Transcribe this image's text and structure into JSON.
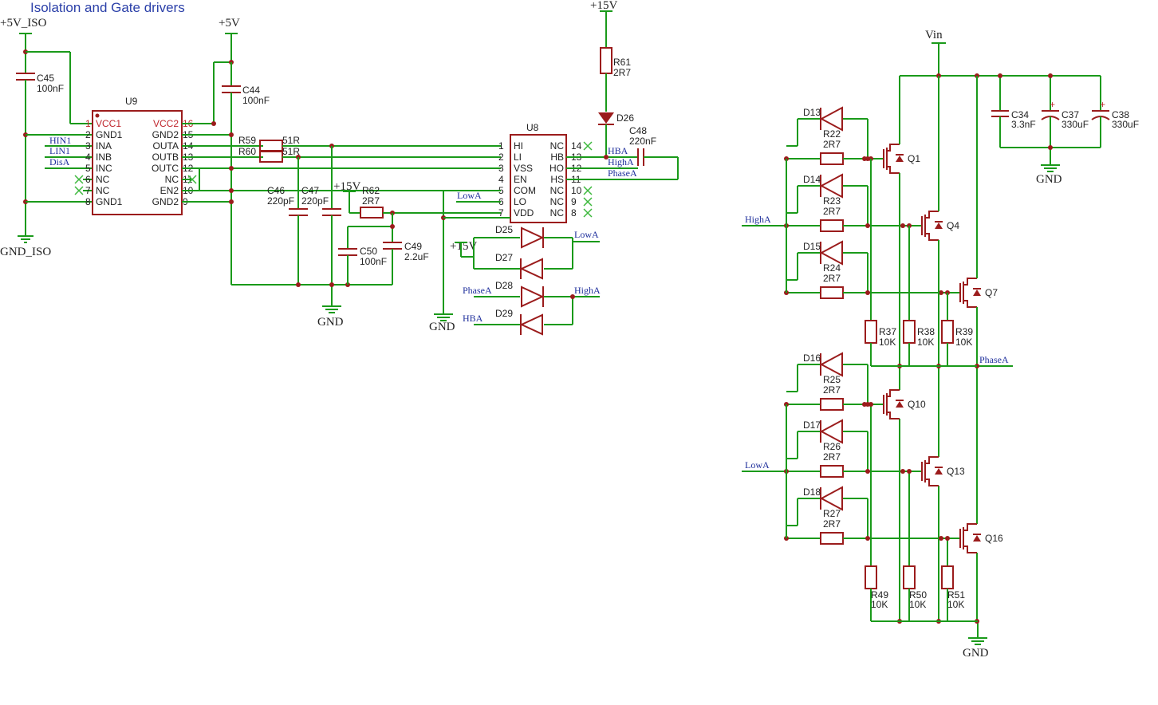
{
  "title": "Isolation and Gate drivers",
  "power": {
    "p5v_iso": "+5V_ISO",
    "gnd_iso": "GND_ISO",
    "p5v": "+5V",
    "gnd": "GND",
    "p15v": "+15V",
    "vin": "Vin"
  },
  "nets": {
    "hin1": "HIN1",
    "lin1": "LIN1",
    "disa": "DisA",
    "lowa": "LowA",
    "higha": "HighA",
    "phasea": "PhaseA",
    "hba": "HBA"
  },
  "u9": {
    "ref": "U9",
    "left_pins": [
      {
        "num": "1",
        "name": "VCC1",
        "red": true
      },
      {
        "num": "2",
        "name": "GND1",
        "red": false
      },
      {
        "num": "3",
        "name": "INA",
        "red": false
      },
      {
        "num": "4",
        "name": "INB",
        "red": false
      },
      {
        "num": "5",
        "name": "INC",
        "red": false
      },
      {
        "num": "6",
        "name": "NC",
        "red": false
      },
      {
        "num": "7",
        "name": "NC",
        "red": false
      },
      {
        "num": "8",
        "name": "GND1",
        "red": false
      }
    ],
    "right_pins": [
      {
        "num": "16",
        "name": "VCC2",
        "red": true
      },
      {
        "num": "15",
        "name": "GND2",
        "red": false
      },
      {
        "num": "14",
        "name": "OUTA",
        "red": false
      },
      {
        "num": "13",
        "name": "OUTB",
        "red": false
      },
      {
        "num": "12",
        "name": "OUTC",
        "red": false
      },
      {
        "num": "11",
        "name": "NC",
        "red": false
      },
      {
        "num": "10",
        "name": "EN2",
        "red": false
      },
      {
        "num": "9",
        "name": "GND2",
        "red": false
      }
    ]
  },
  "u8": {
    "ref": "U8",
    "left_pins": [
      {
        "num": "1",
        "name": "HI"
      },
      {
        "num": "2",
        "name": "LI"
      },
      {
        "num": "3",
        "name": "VSS"
      },
      {
        "num": "4",
        "name": "EN"
      },
      {
        "num": "5",
        "name": "COM"
      },
      {
        "num": "6",
        "name": "LO"
      },
      {
        "num": "7",
        "name": "VDD"
      }
    ],
    "right_pins": [
      {
        "num": "14",
        "name": "NC"
      },
      {
        "num": "13",
        "name": "HB"
      },
      {
        "num": "12",
        "name": "HO"
      },
      {
        "num": "11",
        "name": "HS"
      },
      {
        "num": "10",
        "name": "NC"
      },
      {
        "num": "9",
        "name": "NC"
      },
      {
        "num": "8",
        "name": "NC"
      }
    ]
  },
  "components": {
    "c45": {
      "ref": "C45",
      "val": "100nF"
    },
    "c44": {
      "ref": "C44",
      "val": "100nF"
    },
    "r59": {
      "ref": "R59",
      "val": "51R"
    },
    "r60": {
      "ref": "R60",
      "val": "51R"
    },
    "c46": {
      "ref": "C46",
      "val": "220pF"
    },
    "c47": {
      "ref": "C47",
      "val": "220pF"
    },
    "r62": {
      "ref": "R62",
      "val": "2R7"
    },
    "c50": {
      "ref": "C50",
      "val": "100nF"
    },
    "c49": {
      "ref": "C49",
      "val": "2.2uF"
    },
    "r61": {
      "ref": "R61",
      "val": "2R7"
    },
    "d26": {
      "ref": "D26"
    },
    "c48": {
      "ref": "C48",
      "val": "220nF"
    },
    "d25": {
      "ref": "D25"
    },
    "d27": {
      "ref": "D27"
    },
    "d28": {
      "ref": "D28"
    },
    "d29": {
      "ref": "D29"
    },
    "c34": {
      "ref": "C34",
      "val": "3.3nF"
    },
    "c37": {
      "ref": "C37",
      "val": "330uF"
    },
    "c38": {
      "ref": "C38",
      "val": "330uF"
    }
  },
  "high_side": {
    "gate_stages": [
      {
        "diode": "D13",
        "res": "R22",
        "val": "2R7",
        "fet": "Q1"
      },
      {
        "diode": "D14",
        "res": "R23",
        "val": "2R7",
        "fet": "Q4"
      },
      {
        "diode": "D15",
        "res": "R24",
        "val": "2R7",
        "fet": "Q7"
      }
    ],
    "pulldowns": [
      {
        "ref": "R37",
        "val": "10K"
      },
      {
        "ref": "R38",
        "val": "10K"
      },
      {
        "ref": "R39",
        "val": "10K"
      }
    ]
  },
  "low_side": {
    "gate_stages": [
      {
        "diode": "D16",
        "res": "R25",
        "val": "2R7",
        "fet": "Q10"
      },
      {
        "diode": "D17",
        "res": "R26",
        "val": "2R7",
        "fet": "Q13"
      },
      {
        "diode": "D18",
        "res": "R27",
        "val": "2R7",
        "fet": "Q16"
      }
    ],
    "pulldowns": [
      {
        "ref": "R49",
        "val": "10K"
      },
      {
        "ref": "R50",
        "val": "10K"
      },
      {
        "ref": "R51",
        "val": "10K"
      }
    ]
  }
}
